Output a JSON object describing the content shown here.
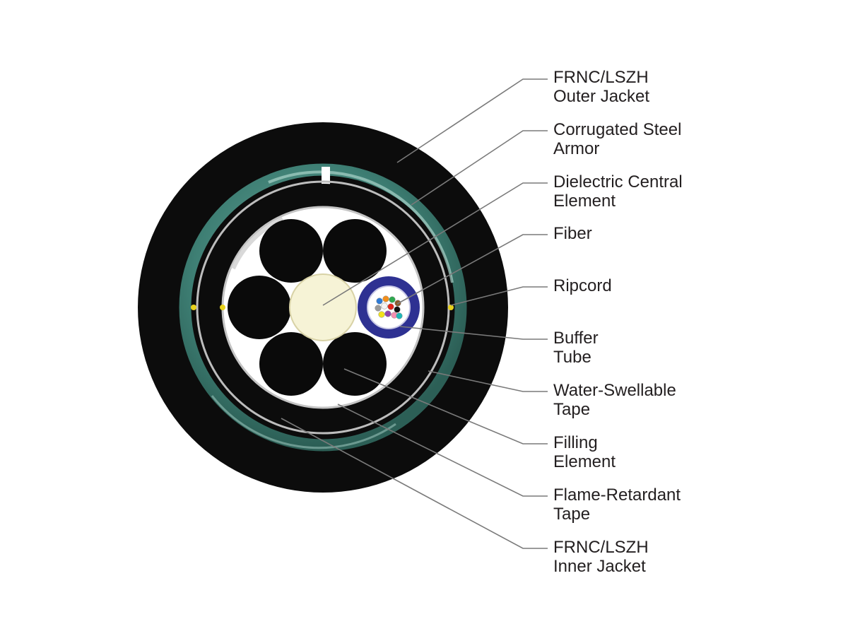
{
  "colors": {
    "outer_jacket": "#0c0c0c",
    "armor": "#3e7f74",
    "armor_highlight": "#8fc2b6",
    "tape": "#bdbdbd",
    "filling_element": "#0a0a0a",
    "central_element": "#f6f3d6",
    "buffer_tube": "#2e3192",
    "leader_line": "#7a7a7a",
    "ripcord": "#e8d21c"
  },
  "fiber_colors": [
    "#2e7bd6",
    "#f28e1c",
    "#2fa84f",
    "#8a5a2b",
    "#9a9a9a",
    "#f4f4f4",
    "#e1261c",
    "#111111",
    "#f3e21a",
    "#8e44ad",
    "#f48fb1",
    "#1fb7b7"
  ],
  "labels": [
    {
      "id": "outer-jacket",
      "line1": "FRNC/LSZH",
      "line2": "Outer Jacket"
    },
    {
      "id": "armor",
      "line1": "Corrugated Steel",
      "line2": "Armor"
    },
    {
      "id": "central-element",
      "line1": "Dielectric Central",
      "line2": "Element"
    },
    {
      "id": "fiber",
      "line1": "Fiber",
      "line2": ""
    },
    {
      "id": "ripcord",
      "line1": "Ripcord",
      "line2": ""
    },
    {
      "id": "buffer-tube",
      "line1": "Buffer",
      "line2": "Tube"
    },
    {
      "id": "water-swellable-tape",
      "line1": "Water-Swellable",
      "line2": "Tape"
    },
    {
      "id": "filling-element",
      "line1": "Filling",
      "line2": "Element"
    },
    {
      "id": "flame-retardant-tape",
      "line1": "Flame-Retardant",
      "line2": "Tape"
    },
    {
      "id": "inner-jacket",
      "line1": "FRNC/LSZH",
      "line2": "Inner Jacket"
    }
  ]
}
